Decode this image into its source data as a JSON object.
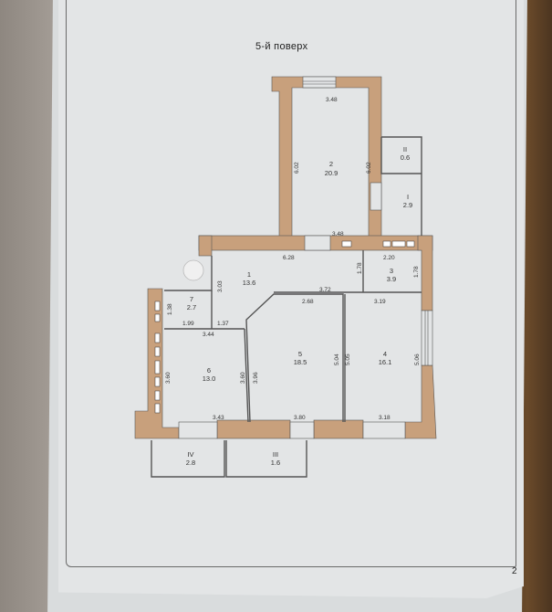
{
  "document": {
    "title": "5-й поверх",
    "page_number": "2"
  },
  "colors": {
    "wall": "#c8a07c",
    "paper": "#e3e5e6",
    "line": "#444444"
  },
  "rooms": [
    {
      "id": "1",
      "number": "1",
      "area": "13.6"
    },
    {
      "id": "2",
      "number": "2",
      "area": "20.9"
    },
    {
      "id": "3",
      "number": "3",
      "area": "3.9"
    },
    {
      "id": "4",
      "number": "4",
      "area": "16.1"
    },
    {
      "id": "5",
      "number": "5",
      "area": "18.5"
    },
    {
      "id": "6",
      "number": "6",
      "area": "13.0"
    },
    {
      "id": "7",
      "number": "7",
      "area": "2.7"
    },
    {
      "id": "b1",
      "number": "I",
      "area": "2.9"
    },
    {
      "id": "b2",
      "number": "II",
      "area": "0.6"
    },
    {
      "id": "b3",
      "number": "III",
      "area": "1.6"
    },
    {
      "id": "b4",
      "number": "IV",
      "area": "2.8"
    }
  ],
  "dimensions": {
    "r2_top": "3.48",
    "r2_bottom": "3.48",
    "r2_left": "6.02",
    "r2_right": "6.02",
    "hall_top": "6.28",
    "r3_top": "2.20",
    "r3_left": "1.78",
    "r3_right": "1.78",
    "hall_bottom": "3.72",
    "hall_left": "3.03",
    "r5_top": "2.68",
    "r4_top": "3.19",
    "r5_right": "5.04",
    "r4_left": "5.05",
    "r4_right": "5.06",
    "r7_left": "1.38",
    "r7_bottom": "1.99",
    "corr_bottom": "1.37",
    "r6_top": "3.44",
    "r6_left": "3.60",
    "r6_right": "3.60",
    "r5_left": "3.96",
    "r6_bottom": "3.43",
    "r5_bottom": "3.80",
    "r4_bottom": "3.18"
  }
}
